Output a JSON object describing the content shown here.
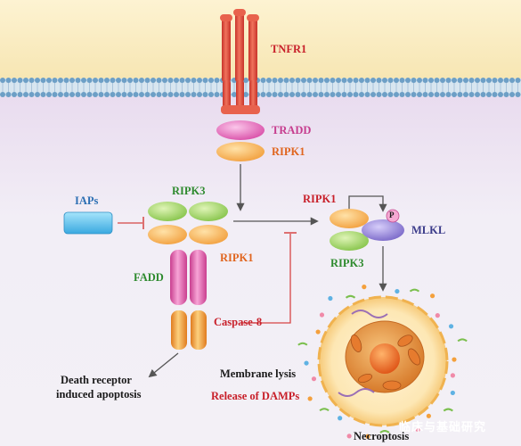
{
  "labels": {
    "tnfr1": "TNFR1",
    "tradd": "TRADD",
    "ripk1_top": "RIPK1",
    "iaps": "IAPs",
    "ripk3_left": "RIPK3",
    "ripk1_left": "RIPK1",
    "fadd": "FADD",
    "caspase8": "Caspase-8",
    "death_receptor_line1": "Death receptor",
    "death_receptor_line2": "induced apoptosis",
    "ripk1_right": "RIPK1",
    "phospho": "P",
    "mlkl": "MLKL",
    "ripk3_right": "RIPK3",
    "membrane_lysis": "Membrane lysis",
    "release_damps": "Release of DAMPs",
    "necroptosis": "Necroptosis"
  },
  "watermark": "临床与基础研究",
  "colors": {
    "background": "#f1eef5",
    "extracellular": "#fbefc9",
    "receptor": "#e24f3c",
    "tradd": "#e47bc0",
    "ripk1": "#f7b45a",
    "ripk3": "#9fd15f",
    "mlkl": "#8f7fd8",
    "iaps": "#5cc3ee",
    "fadd": "#e05aa8",
    "caspase8": "#f4a03c",
    "inhibit_line": "#d64545"
  }
}
